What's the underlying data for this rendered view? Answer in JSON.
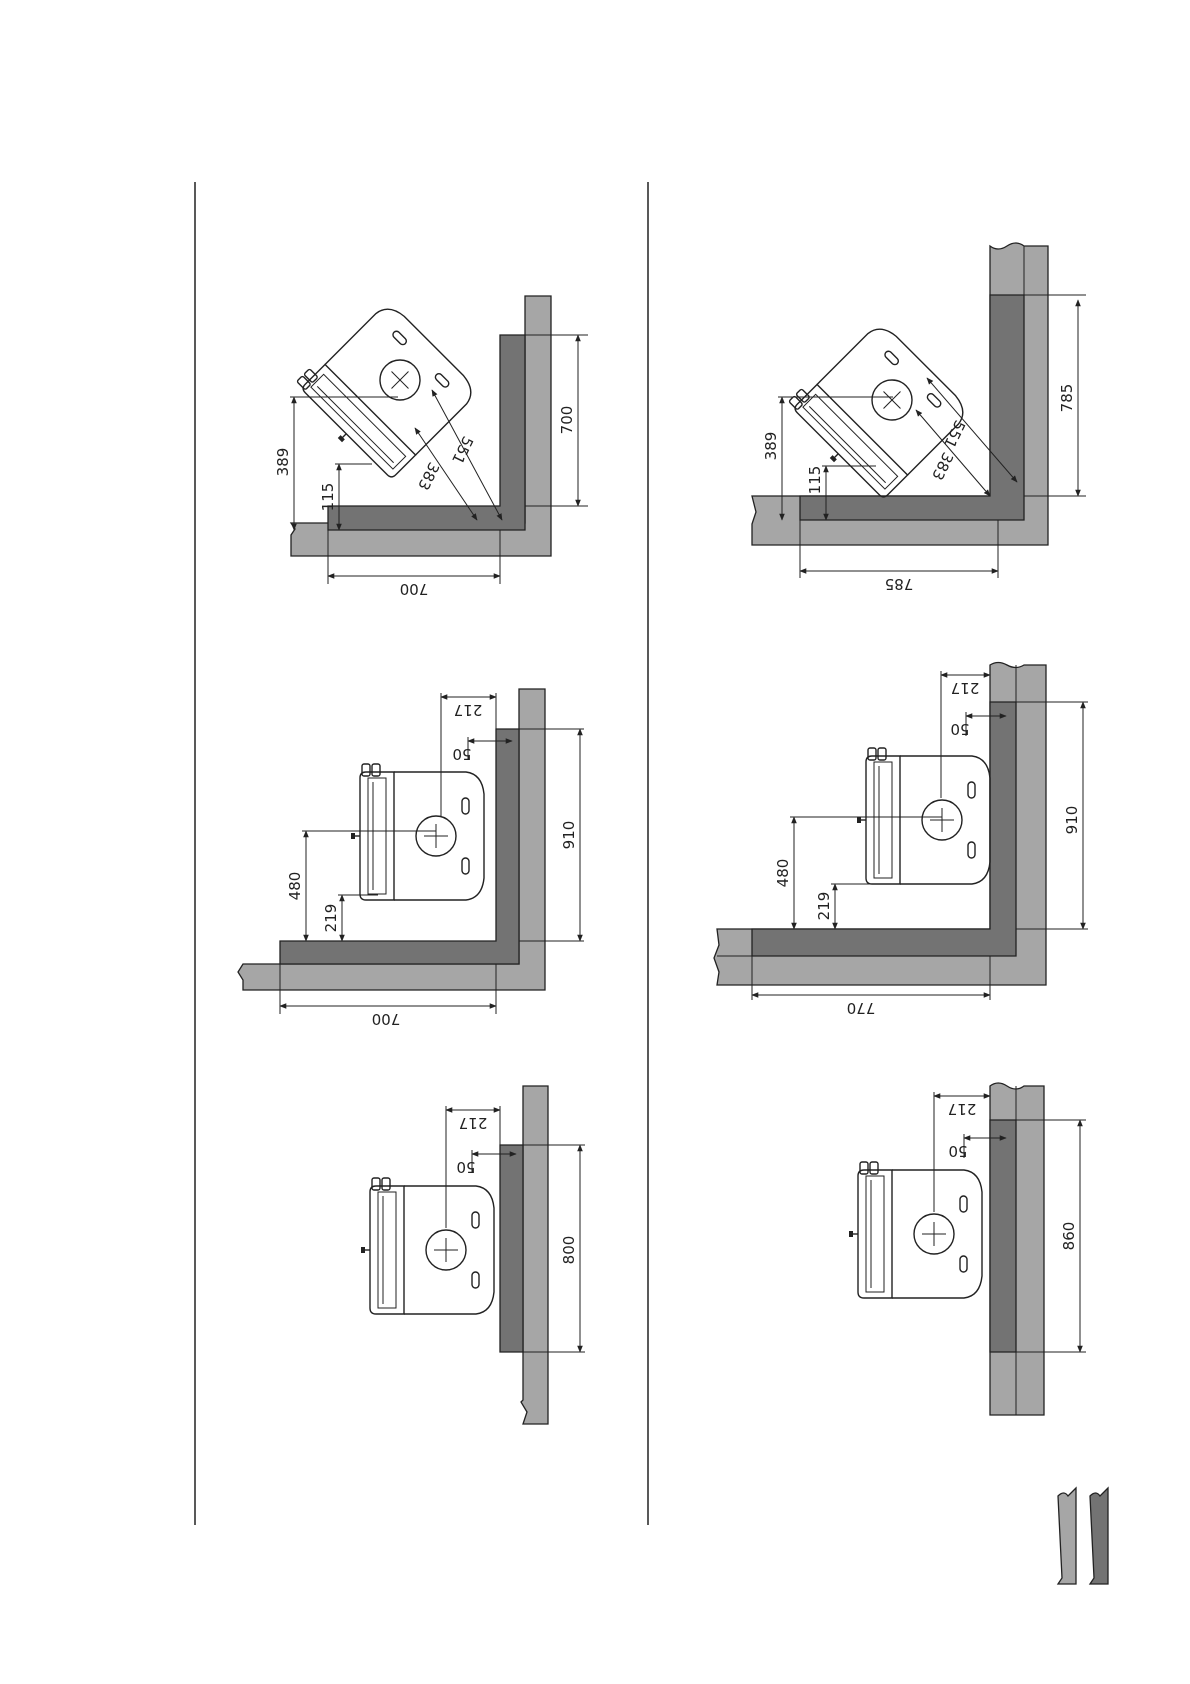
{
  "colors": {
    "outer_wall": "#a6a6a6",
    "protection_plate": "#737373",
    "line": "#222222",
    "background": "#ffffff"
  },
  "left_column": {
    "corner": {
      "width_label": "700",
      "height_label": "700",
      "offset_389": "389",
      "offset_115": "115",
      "diag_551": "551",
      "diag_383": "383"
    },
    "l_shape": {
      "width_label": "700",
      "height_label": "910",
      "offset_480": "480",
      "offset_219": "219",
      "gap_50": "50",
      "gap_217": "217"
    },
    "straight": {
      "height_label": "800",
      "gap_50": "50",
      "gap_217": "217"
    }
  },
  "right_column": {
    "corner": {
      "width_label": "785",
      "height_label": "785",
      "offset_389": "389",
      "offset_115": "115",
      "diag_551": "551",
      "diag_383": "383"
    },
    "l_shape": {
      "width_label": "770",
      "height_label": "910",
      "offset_480": "480",
      "offset_219": "219",
      "gap_50": "50",
      "gap_217": "217"
    },
    "straight": {
      "height_label": "860",
      "gap_50": "50",
      "gap_217": "217"
    }
  },
  "legend": {
    "items": [
      {
        "name": "outer-wall-swatch",
        "color": "#a6a6a6"
      },
      {
        "name": "protection-plate-swatch",
        "color": "#737373"
      }
    ]
  }
}
